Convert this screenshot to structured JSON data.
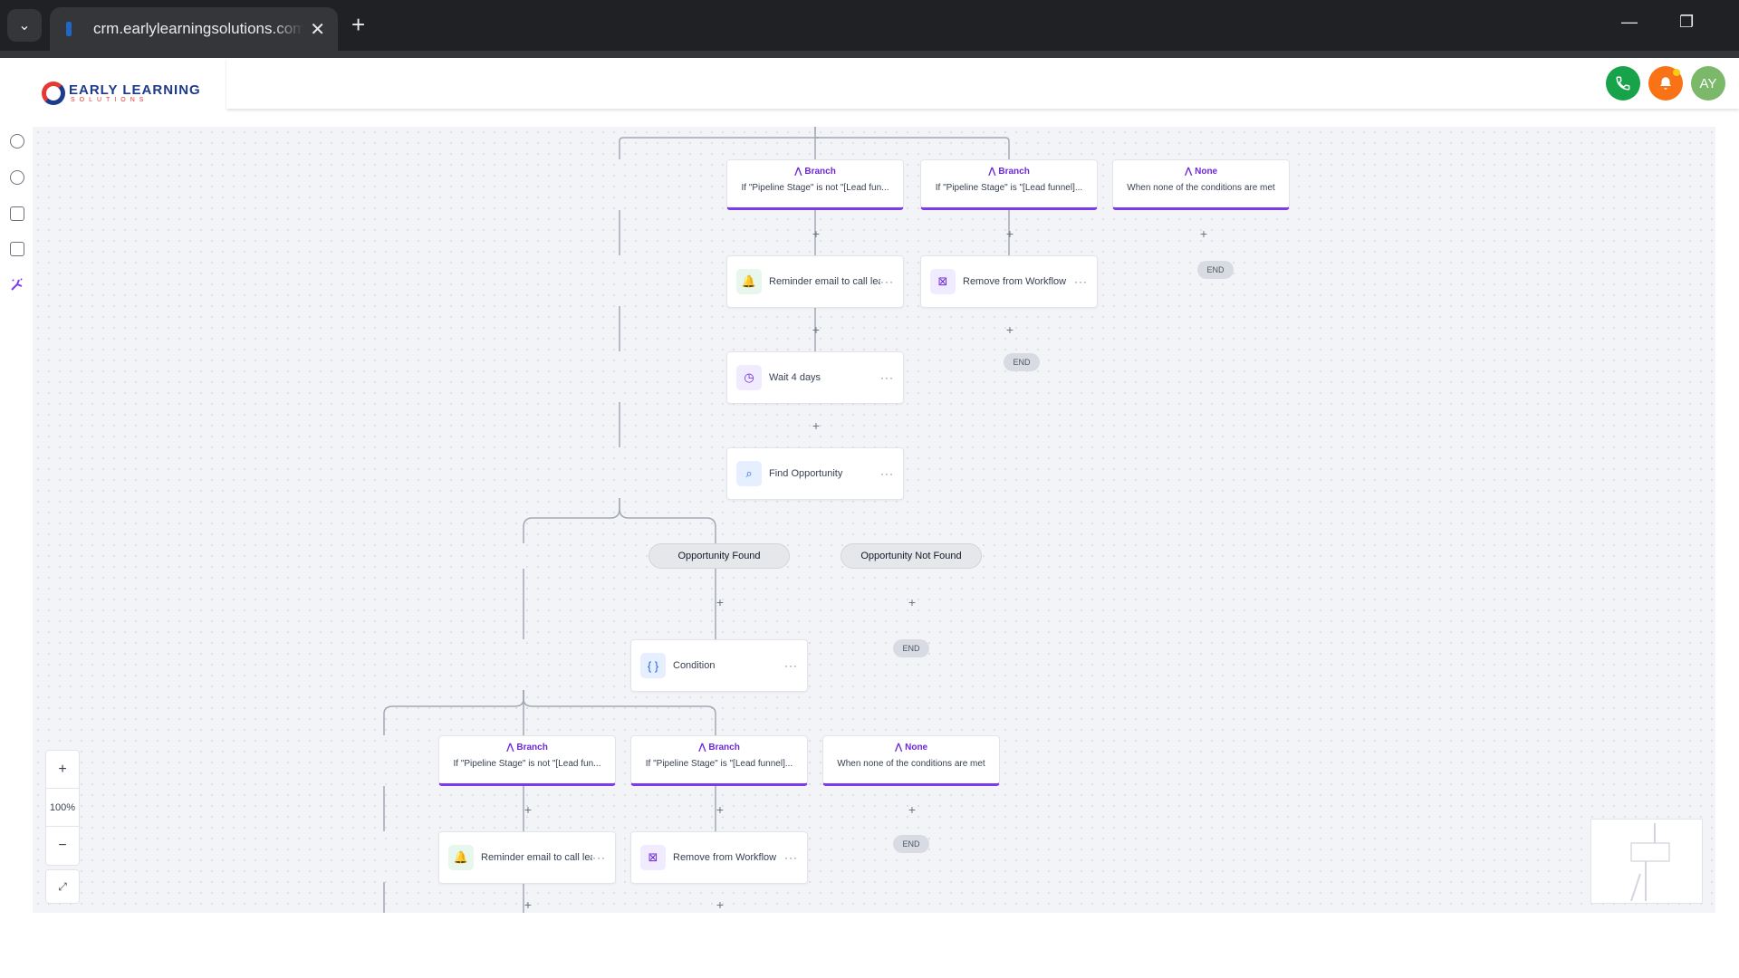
{
  "browser": {
    "tab_title": "crm.earlylearningsolutions.com",
    "close_glyph": "✕",
    "new_tab_glyph": "+",
    "minimize_glyph": "—",
    "restore_glyph": "❐",
    "menu_glyph": "⌄"
  },
  "header": {
    "logo_line1": "EARLY LEARNING",
    "logo_line2": "SOLUTIONS",
    "avatar_initials": "AY"
  },
  "workflow": {
    "top_branches": [
      {
        "title": "Branch",
        "desc": "If \"Pipeline Stage\" is not \"[Lead fun..."
      },
      {
        "title": "Branch",
        "desc": "If \"Pipeline Stage\" is \"[Lead funnel]..."
      },
      {
        "title": "None",
        "desc": "When none of the conditions are met"
      }
    ],
    "reminder_label": "Reminder email to call lead",
    "remove_label": "Remove from Workflow",
    "wait_label": "Wait 4 days",
    "find_label": "Find Opportunity",
    "opp_found": "Opportunity Found",
    "opp_not_found": "Opportunity Not Found",
    "condition_label": "Condition",
    "bottom_branches": [
      {
        "title": "Branch",
        "desc": "If \"Pipeline Stage\" is not \"[Lead fun..."
      },
      {
        "title": "Branch",
        "desc": "If \"Pipeline Stage\" is \"[Lead funnel]..."
      },
      {
        "title": "None",
        "desc": "When none of the conditions are met"
      }
    ],
    "reminder_label_2": "Reminder email to call lead",
    "remove_label_2": "Remove from Workflow",
    "end_label": "END",
    "more_glyph": "···"
  },
  "zoom": {
    "in": "+",
    "level": "100%",
    "out": "−",
    "fit": "⤢"
  },
  "colors": {
    "accent": "#7c3aed",
    "phone": "#16a34a",
    "bell": "#f97316",
    "avatar": "#7cb86a"
  }
}
